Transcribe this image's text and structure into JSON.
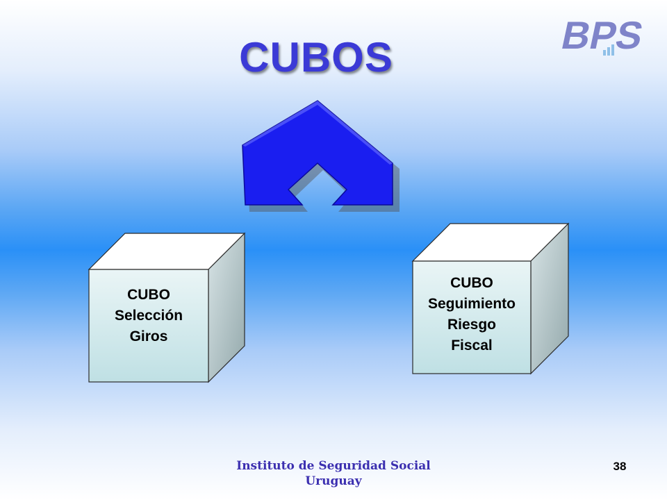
{
  "slide": {
    "title": "CUBOS",
    "logo_text": "BPS",
    "cube_left": {
      "lines": [
        "CUBO",
        "Selección",
        "Giros"
      ]
    },
    "cube_right": {
      "lines": [
        "CUBO",
        "Seguimiento",
        "Riesgo",
        "Fiscal"
      ]
    },
    "footer": {
      "line1": "Instituto de Seguridad Social",
      "line2": "Uruguay"
    },
    "page_number": "38"
  },
  "colors": {
    "title": "#3b3ad6",
    "arrow": "#1a1ef0",
    "logo": "#7f84c9",
    "cube_front": "#cbe6ea",
    "footer": "#3b2fb0"
  },
  "icons": {
    "logo": "bps-logo",
    "arrow": "double-down-arrow-icon"
  }
}
